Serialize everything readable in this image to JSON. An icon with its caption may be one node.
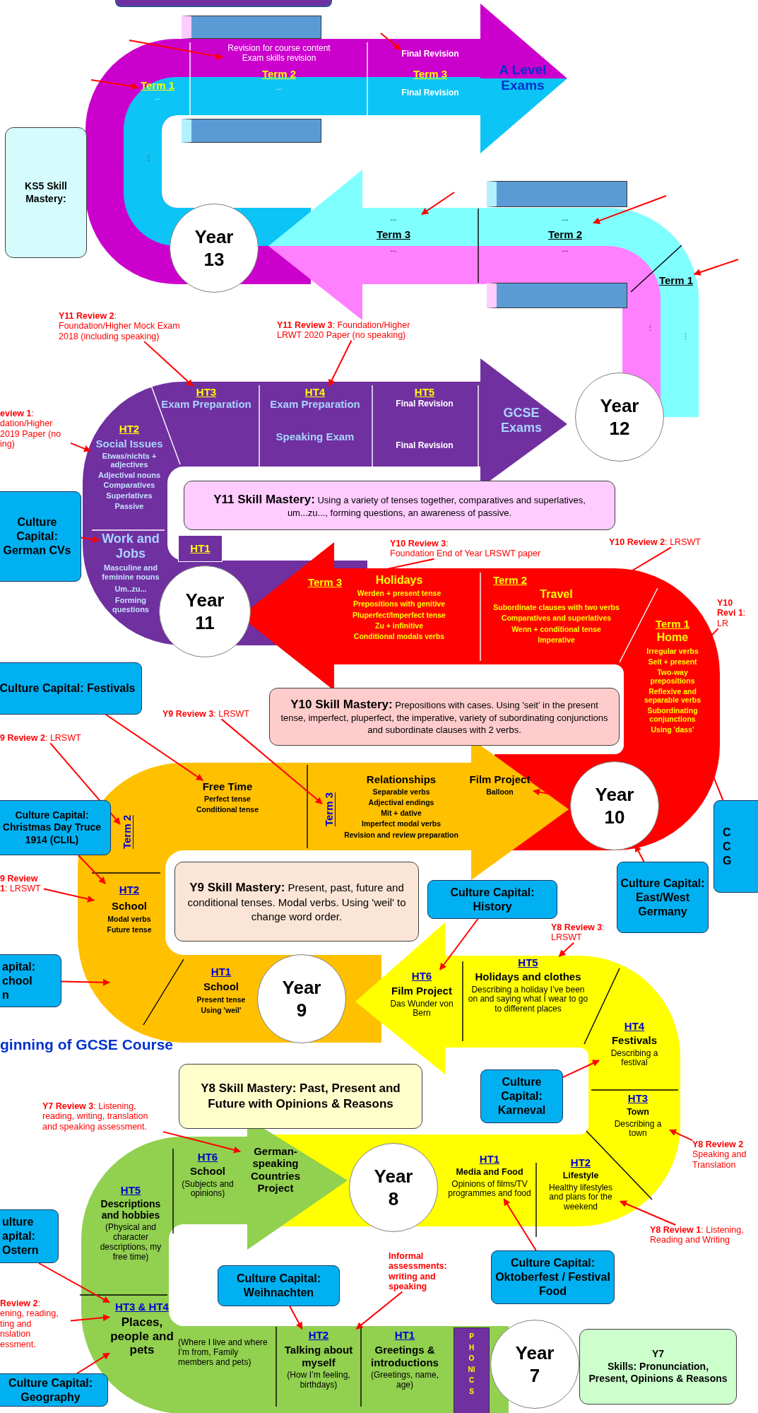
{
  "diagram": {
    "nodes": [
      {
        "text": [],
        "shape": "box"
      },
      {
        "text": [],
        "shape": "box"
      },
      {
        "text": [],
        "shape": "box"
      },
      {
        "text": [],
        "shape": "box"
      },
      {
        "text": [],
        "shape": "box"
      },
      {
        "text": [
          "Term 1",
          "..."
        ]
      },
      {
        "text": [
          "Revision for course content Exam skills revision",
          "Term 2",
          "..."
        ]
      },
      {
        "text": [
          "Final Revision",
          "Term 3",
          "Final Revision"
        ]
      },
      {
        "text": [
          "A Level Exams"
        ]
      },
      {
        "text": [
          "KS5 Skill Mastery:"
        ]
      },
      {
        "text": [
          "Year 13"
        ]
      },
      {
        "text": [
          "...",
          "Term 3",
          "..."
        ]
      },
      {
        "text": [
          "...",
          "Term 2",
          "..."
        ]
      },
      {
        "text": [
          "Term 1"
        ]
      },
      {
        "text": [
          "Year 12"
        ]
      },
      {
        "text": [
          "**Y11 Review 2**:",
          "Foundation/Higher Mock Exam 2018 (including speaking)"
        ]
      },
      {
        "text": [
          "**Y11 Review 3**: Foundation/Higher LRWT 2020 Paper (no speaking)"
        ]
      },
      {
        "text": [
          "**eview 1**: dation/Higher 2019 Paper (no ing)"
        ]
      },
      {
        "text": [
          "HT3",
          "Exam Preparation"
        ]
      },
      {
        "text": [
          "HT4",
          "Exam Preparation",
          "Speaking Exam"
        ]
      },
      {
        "text": [
          "HT5",
          "Final Revision",
          "Final Revision"
        ]
      },
      {
        "text": [
          "GCSE Exams"
        ]
      },
      {
        "text": [
          "HT2",
          "Social Issues",
          "Etwas/nichts + adjectives",
          "Adjectival nouns",
          "Comparatives",
          "Superlatives",
          "Passive"
        ]
      },
      {
        "text": [
          "Work and Jobs",
          "Masculine and feminine nouns",
          "Um..zu...",
          "Forming questions"
        ]
      },
      {
        "text": [
          "HT1"
        ]
      },
      {
        "text": [
          "**Y11 Skill Mastery:** Using a variety of tenses together, comparatives and superlatives, um...zu..., forming questions, an awareness of passive."
        ]
      },
      {
        "text": [
          "Culture Capital: German CVs"
        ]
      },
      {
        "text": [
          "Year 11"
        ]
      },
      {
        "text": [
          "**Y10 Review 3**:",
          "Foundation End of Year LRSWT paper"
        ]
      },
      {
        "text": [
          "**Y10 Review 2**: LRSWT"
        ]
      },
      {
        "text": [
          "**Y10 Revi 1**: LR"
        ]
      },
      {
        "text": [
          "Term 3"
        ]
      },
      {
        "text": [
          "Holidays",
          "Werden + present tense",
          "Prepositions with genitive",
          "Pluperfect/Imperfect tense",
          "Zu + infinitive",
          "Conditional modals verbs"
        ]
      },
      {
        "text": [
          "Term 2"
        ]
      },
      {
        "text": [
          "Travel",
          "Subordinate clauses with two verbs",
          "Comparatives and superlatives",
          "Wenn + conditional tense",
          "Imperative"
        ]
      },
      {
        "text": [
          "Term 1",
          "Home",
          "Irregular verbs",
          "Seit + present",
          "Two-way prepositions",
          "Reflexive and separable verbs",
          "Subordinating conjunctions",
          "Using 'dass'"
        ]
      },
      {
        "text": [
          "**Y10 Skill Mastery:** Prepositions with cases. Using 'seit' in the present tense, imperfect, pluperfect, the imperative, variety of subordinating conjunctions and subordinate clauses with 2 verbs."
        ]
      },
      {
        "text": [
          "Year 10"
        ]
      },
      {
        "text": [
          "Culture Capital: East/West Germany"
        ]
      },
      {
        "text": [
          "C",
          "C",
          "G"
        ]
      },
      {
        "text": [
          "Culture Capital: Festivals"
        ]
      },
      {
        "text": [
          "**Y9 Review 3**: LRSWT"
        ]
      },
      {
        "text": [
          "**9 Review 2**: LRSWT"
        ]
      },
      {
        "text": [
          "Culture Capital: Christmas Day Truce 1914 (CLIL)"
        ]
      },
      {
        "text": [
          "**9 Review 1**: LRSWT"
        ]
      },
      {
        "text": [
          "apital:",
          "chool",
          "n"
        ]
      },
      {
        "text": [
          "Free Time",
          "Perfect tense",
          "Conditional tense"
        ]
      },
      {
        "text": [
          "Term 3"
        ]
      },
      {
        "text": [
          "Relationships",
          "Separable verbs",
          "Adjectival endings",
          "Mit + dative",
          "Imperfect modal verbs",
          "Revision and review preparation"
        ]
      },
      {
        "text": [
          "Film Project",
          "Balloon"
        ]
      },
      {
        "text": [
          "Term 2"
        ]
      },
      {
        "text": [
          "HT2",
          "School",
          "Modal verbs",
          "Future tense"
        ]
      },
      {
        "text": [
          "**Y9 Skill Mastery:** Present, past, future and conditional tenses. Modal verbs. Using 'weil' to change word order."
        ]
      },
      {
        "text": [
          "HT1",
          "School",
          "Present tense",
          "Using 'weil'"
        ]
      },
      {
        "text": [
          "Year 9"
        ]
      },
      {
        "text": [
          "Culture Capital: History"
        ]
      },
      {
        "text": [
          "**Y8 Review 3**: LRSWT"
        ]
      },
      {
        "text": [
          "HT6",
          "Film Project",
          "Das Wunder von Bern"
        ]
      },
      {
        "text": [
          "HT5",
          "Holidays and clothes",
          "Describing a holiday I’ve been on and saying what I wear to go to different places"
        ]
      },
      {
        "text": [
          "HT4",
          "Festivals",
          "Describing a festival"
        ]
      },
      {
        "text": [
          "HT3",
          "Town",
          "Describing a town"
        ]
      },
      {
        "text": [
          "HT2",
          "Lifestyle",
          "Healthy lifestyles and plans for the weekend"
        ]
      },
      {
        "text": [
          "HT1",
          "Media and Food",
          "Opinions of films/TV programmes and food"
        ]
      },
      {
        "text": [
          "Year 8"
        ]
      },
      {
        "text": [
          "Culture Capital: Karneval"
        ]
      },
      {
        "text": [
          "**Y8 Review 2**",
          "Speaking and Translation"
        ]
      },
      {
        "text": [
          "**Y8 Review 1**: Listening, Reading and Writing"
        ]
      },
      {
        "text": [
          "Culture Capital: Oktoberfest / Festival Food"
        ]
      },
      {
        "text": [
          "Y8 Skill Mastery: Past, Present and Future with Opinions & Reasons"
        ]
      },
      {
        "text": [
          "**Y7 Review 3**: Listening, reading, writing, translation and speaking assessment."
        ]
      },
      {
        "text": [
          "German-speaking Countries Project"
        ]
      },
      {
        "text": [
          "HT6",
          "School",
          "(Subjects and opinions)"
        ]
      },
      {
        "text": [
          "HT5",
          "Descriptions and hobbies",
          "(Physical and character descriptions, my free time)"
        ]
      },
      {
        "text": [
          "HT3 & HT4",
          "Places, people and pets"
        ]
      },
      {
        "text": [
          "(Where I live and where I’m from, Family members and pets)"
        ]
      },
      {
        "text": [
          "HT2",
          "Talking about myself",
          "(How I’m feeling, birthdays)"
        ]
      },
      {
        "text": [
          "HT1",
          "Greetings & introductions",
          "(Greetings, name, age)"
        ]
      },
      {
        "text": [
          "PHONICS"
        ]
      },
      {
        "text": [
          "Year 7"
        ]
      },
      {
        "text": [
          "Y7",
          "Skills: Pronunciation, Present, Opinions & Reasons"
        ]
      },
      {
        "text": [
          "Culture Capital: Weihnachten"
        ]
      },
      {
        "text": [
          "Informal assessments: writing and speaking"
        ]
      },
      {
        "text": [
          "ulture",
          "apital:",
          "Ostern"
        ]
      },
      {
        "text": [
          "**Review 2**:",
          "ening, reading,",
          "ting and",
          "nslation",
          "essment."
        ]
      },
      {
        "text": [
          "Culture Capital: Geography"
        ]
      }
    ],
    "edges": [
      {
        "from": null,
        "to": 6,
        "arrow": "to"
      },
      {
        "from": null,
        "to": 5,
        "arrow": "to"
      },
      {
        "from": null,
        "to": 7,
        "arrow": "to"
      },
      {
        "from": null,
        "to": 11,
        "arrow": "to"
      },
      {
        "from": null,
        "to": 12,
        "arrow": "to"
      },
      {
        "from": null,
        "to": 13,
        "arrow": "to"
      },
      {
        "from": 15,
        "to": 18,
        "arrow": "to"
      },
      {
        "from": 16,
        "to": 19,
        "arrow": "to"
      },
      {
        "from": 17,
        "to": 22,
        "arrow": "to"
      },
      {
        "from": 26,
        "to": 23,
        "arrow": "to"
      },
      {
        "from": 28,
        "to": 31,
        "arrow": "to"
      },
      {
        "from": 29,
        "to": 34,
        "arrow": "to"
      },
      {
        "from": 30,
        "to": 35,
        "arrow": "to"
      },
      {
        "from": 38,
        "to": 37,
        "arrow": "to"
      },
      {
        "from": 39,
        "to": 35,
        "arrow": "to"
      },
      {
        "from": 37,
        "to": 49,
        "arrow": "to"
      },
      {
        "from": 40,
        "to": 46,
        "arrow": "to"
      },
      {
        "from": 41,
        "to": 47,
        "arrow": "to"
      },
      {
        "from": 42,
        "to": 50,
        "arrow": "to"
      },
      {
        "from": 43,
        "to": 51,
        "arrow": "to"
      },
      {
        "from": 44,
        "to": 51,
        "arrow": "to"
      },
      {
        "from": 45,
        "to": null,
        "arrow": "to"
      },
      {
        "from": 55,
        "to": 57,
        "arrow": "to"
      },
      {
        "from": 56,
        "to": 58,
        "arrow": "to"
      },
      {
        "from": 64,
        "to": 59,
        "arrow": "to"
      },
      {
        "from": 65,
        "to": 60,
        "arrow": "to"
      },
      {
        "from": 66,
        "to": 61,
        "arrow": "to"
      },
      {
        "from": 67,
        "to": 62,
        "arrow": "to"
      },
      {
        "from": 69,
        "to": 70,
        "arrow": "to"
      },
      {
        "from": 80,
        "to": 75,
        "arrow": "to"
      },
      {
        "from": 81,
        "to": 75,
        "arrow": "to"
      },
      {
        "from": 82,
        "to": 73,
        "arrow": "to"
      },
      {
        "from": 83,
        "to": 73,
        "arrow": "to"
      },
      {
        "from": 84,
        "to": 73,
        "arrow": "to"
      }
    ],
    "labels": [
      "ginning of GCSE Course",
      "⋮",
      "⋮",
      "⋮",
      "⋮"
    ]
  }
}
